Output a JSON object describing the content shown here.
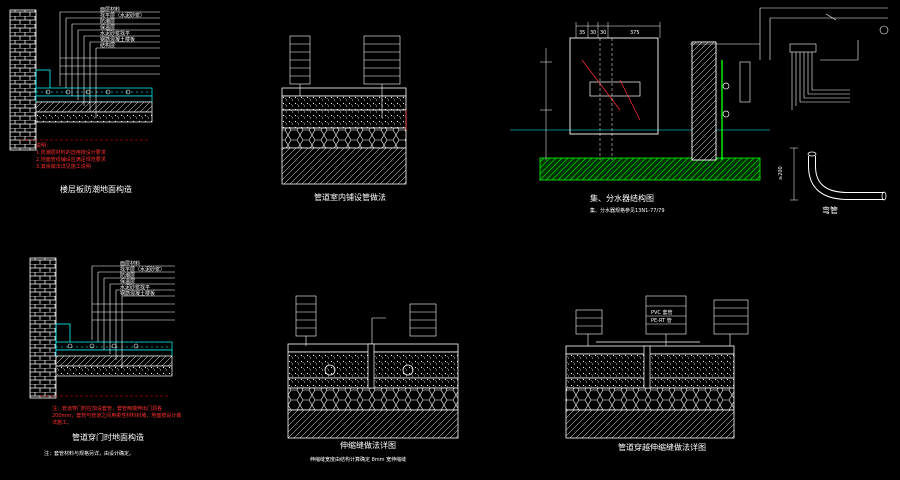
{
  "colors": {
    "background": "#000000",
    "line_white": "#ffffff",
    "line_cyan": "#00ffff",
    "line_green": "#00c000",
    "hatch_green": "#00ff00",
    "note_red": "#ff3030",
    "dim_red": "#ff0000"
  },
  "panels": {
    "p1": {
      "title": "楼层板防潮地面构造",
      "layer_labels": [
        "面层材料",
        "找平层（水泥砂浆）",
        "防潮层",
        "保温层",
        "水泥砂浆找平",
        "钢筋混凝土楼板",
        "结构层"
      ],
      "note_heading": "说明：",
      "notes": [
        "1.防潮层材料的选用按设计要求",
        "2.地面管线铺设应满足规范要求",
        "3.其余做法详见施工说明"
      ]
    },
    "p2": {
      "title": "管道室内铺设管做法"
    },
    "p3": {
      "title": "集、分水器结构图",
      "subtitle": "集、分水器规格参见13N1-77/79",
      "dims": [
        "35",
        "30",
        "30",
        "375"
      ],
      "vertical_dim": "≥200"
    },
    "p4": {
      "title": "弯管"
    },
    "p5": {
      "title": "管道穿门时地面构造",
      "notes": [
        "注：管道穿门时应加设套管，套管两端伸出门洞各 200mm，套管与管道之间用柔性材料封堵，地面按设计做法施工。"
      ],
      "footnote": "注：套管材料与规格另详，由设计确定。"
    },
    "p6": {
      "title": "伸缩缝做法详图",
      "subtitle": "伸缩缝宽度由结构计算确定 8mm 宽伸缩缝"
    },
    "p7": {
      "title": "管道穿越伸缩缝做法详图",
      "sleeve_labels": [
        "PVC 套管",
        "PE-RT 管"
      ]
    }
  }
}
